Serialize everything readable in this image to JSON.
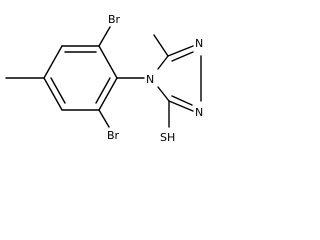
{
  "molecule": {
    "atoms": {
      "br_top": "Br",
      "br_bottom": "Br",
      "n4": "N",
      "n1": "N",
      "n2": "N",
      "thiol": "SH"
    }
  }
}
